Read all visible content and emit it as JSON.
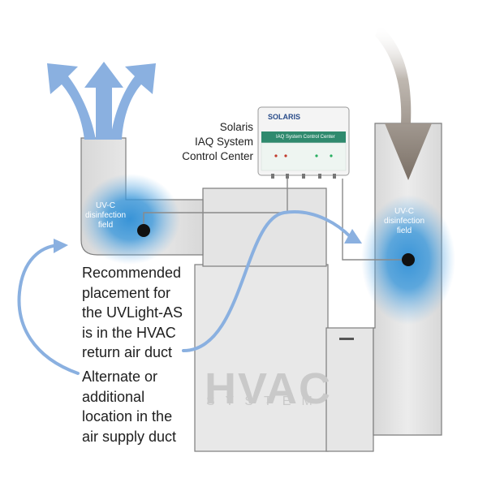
{
  "device": {
    "label_lines": [
      "Solaris",
      "IAQ System",
      "Control Center"
    ],
    "brand_text": "SOLARIS",
    "panel_title": "IAQ System Control Center"
  },
  "uv_fields": {
    "supply": {
      "label_lines": [
        "UV-C",
        "disinfection",
        "field"
      ]
    },
    "return": {
      "label_lines": [
        "UV-C",
        "disinfection",
        "field"
      ]
    }
  },
  "notes": {
    "recommended_lines": [
      "Recommended",
      "placement for",
      "the UVLight-AS",
      "is in the HVAC",
      "return air duct"
    ],
    "alternate_lines": [
      "Alternate or",
      "additional",
      "location in the",
      "air supply duct"
    ]
  },
  "hvac_unit": {
    "title": "HVAC",
    "subtitle": "SYSTEM"
  },
  "colors": {
    "duct": "#e2e2e2",
    "duct_stroke": "#7d7d7d",
    "unit": "#e6e6e6",
    "supply_arrows": "#8ab0e0",
    "return_arrow": "#8a8178",
    "uv_field": "#2f8fd6",
    "pointer": "#8ab0e0",
    "panel_green": "#2f8a6e"
  }
}
